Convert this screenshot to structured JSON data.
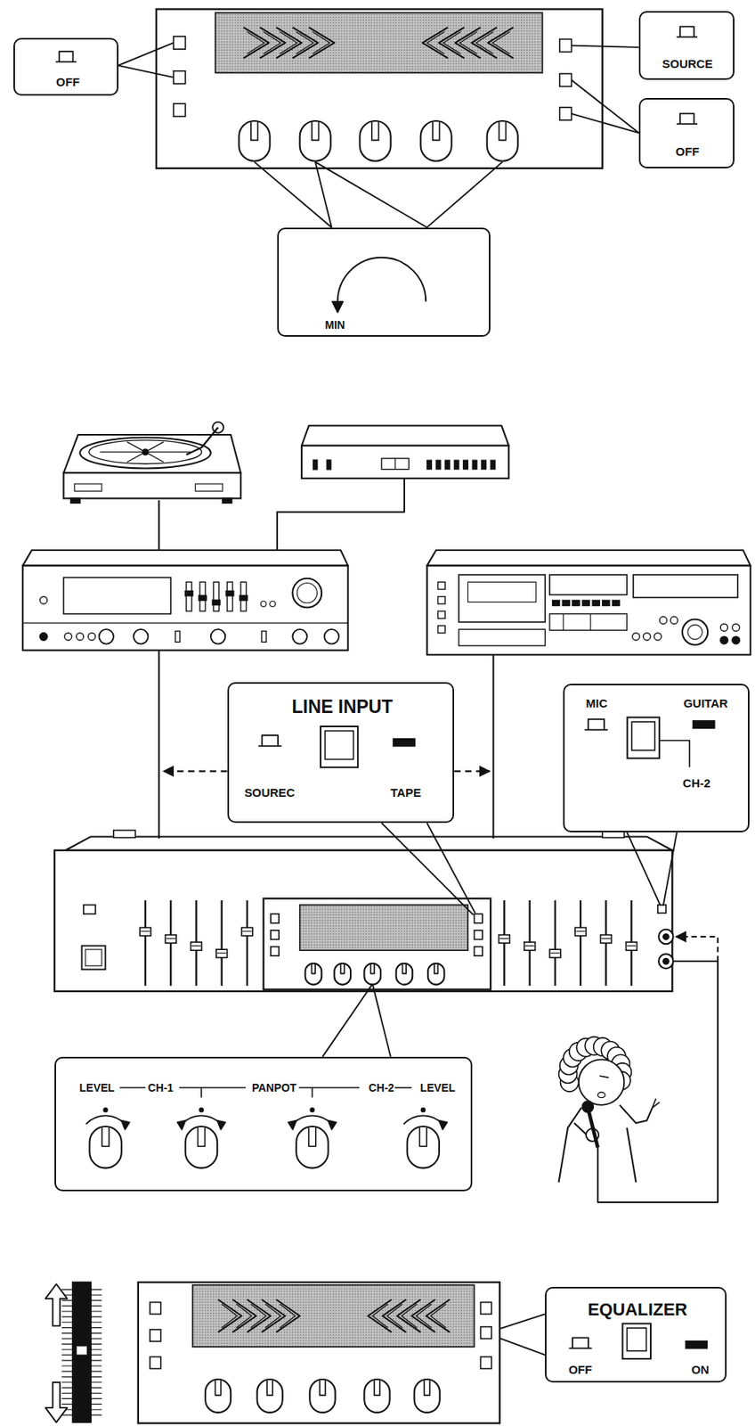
{
  "diagram": {
    "nodes": [
      {
        "text": [
          "OFF"
        ]
      },
      {
        "text": [
          "SOURCE"
        ]
      },
      {
        "text": [
          "OFF"
        ]
      },
      {
        "text": [
          "MIN"
        ]
      },
      {
        "text": [
          "LINE INPUT",
          "SOUREC",
          "TAPE"
        ]
      },
      {
        "text": [
          "MIC",
          "GUITAR",
          "CH-2"
        ]
      },
      {
        "text": [
          "LEVEL",
          "CH-1",
          "PANPOT",
          "CH-2",
          "LEVEL"
        ]
      },
      {
        "text": [
          "EQUALIZER",
          "OFF",
          "ON"
        ]
      }
    ]
  }
}
